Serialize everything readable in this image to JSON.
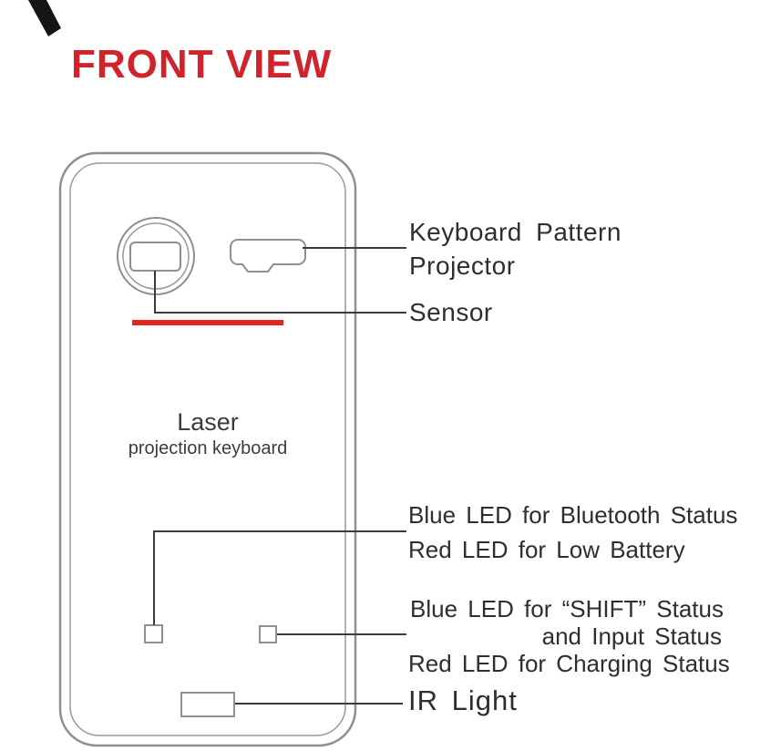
{
  "title": "FRONT VIEW",
  "device": {
    "name_line1": "Laser",
    "name_line2": "projection keyboard"
  },
  "callouts": {
    "projector_line1": "Keyboard Pattern",
    "projector_line2": "Projector",
    "sensor": "Sensor",
    "bt_led_line1": "Blue LED for Bluetooth Status",
    "bt_led_line2": "Red LED for Low Battery",
    "shift_led_line1": "Blue LED for “SHIFT” Status",
    "shift_led_line2": "and Input Status",
    "shift_led_line3": "Red LED for Charging Status",
    "ir_light": "IR Light"
  },
  "colors": {
    "title_red": "#d2232a",
    "laser_slot_red": "#e5251c",
    "outline_gray": "#8f8f8f",
    "leader_line_dark": "#3b3b3b",
    "text_dark": "#2e2e2e"
  },
  "shapes": {
    "corner_mark": "black-diagonal-stripe",
    "device_outline": "double-rounded-rectangle",
    "projector_lens": "double-circle-with-window",
    "sensor_window": "notched-rounded-rectangle",
    "laser_slot": "red-horizontal-bar",
    "status_led_left": "small-square",
    "status_led_right": "small-square",
    "ir_window": "small-rectangle"
  }
}
